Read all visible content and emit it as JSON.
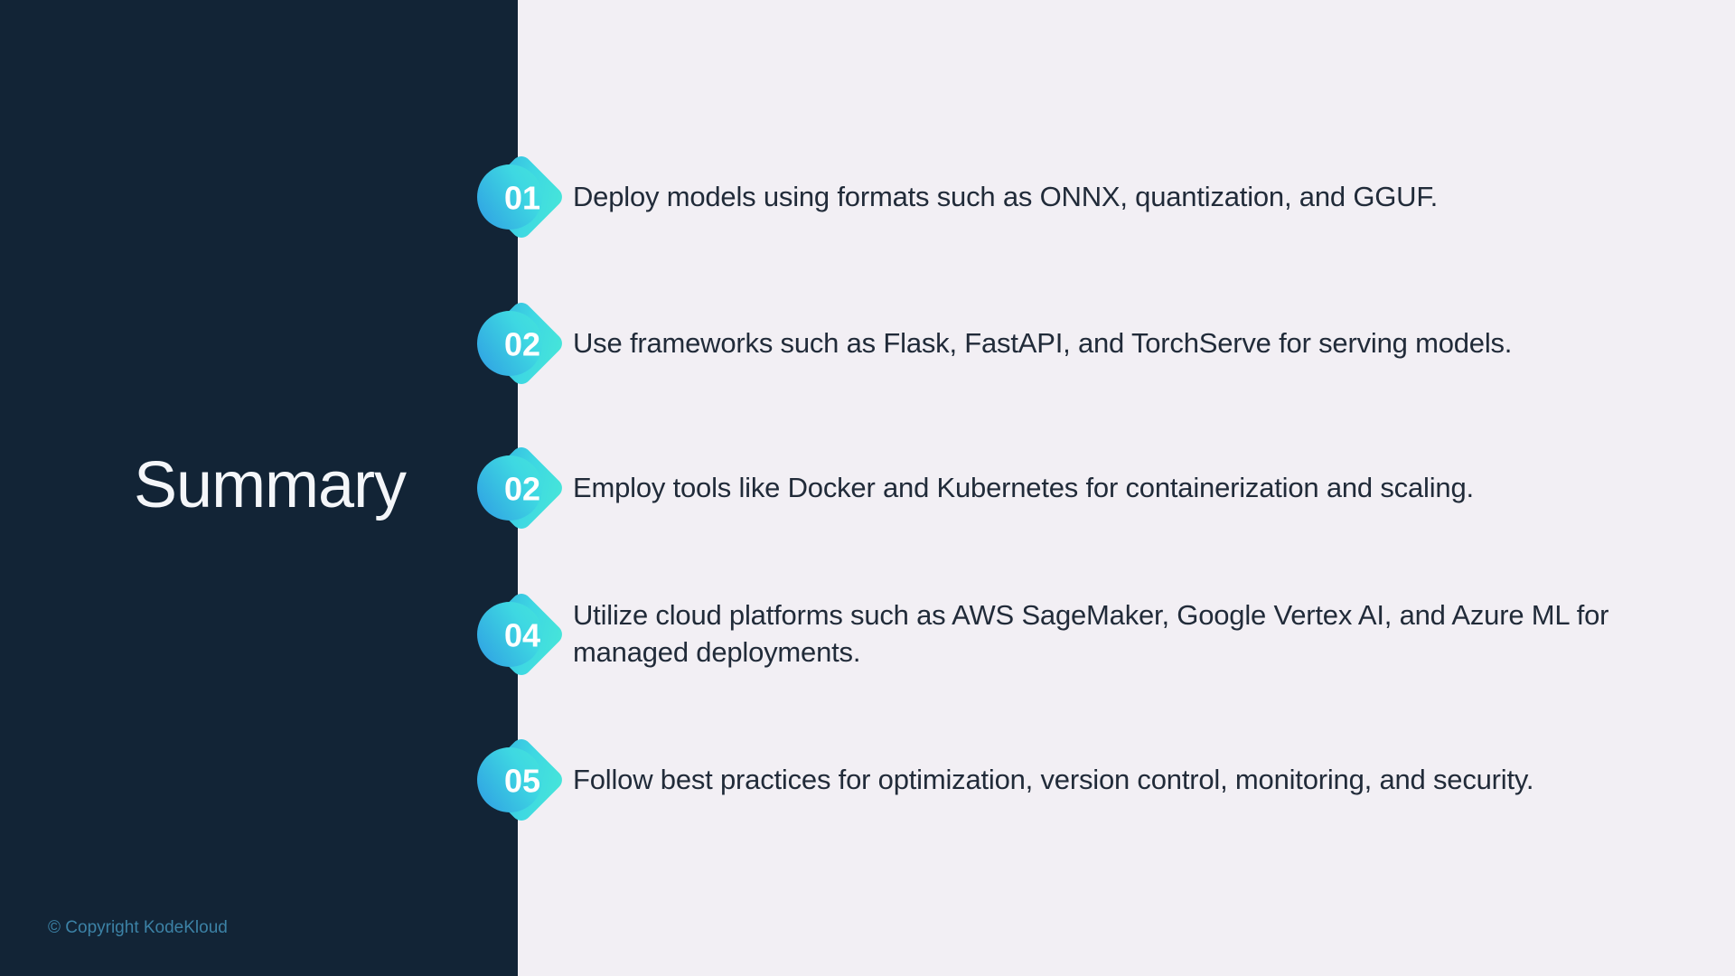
{
  "slide": {
    "title": "Summary",
    "copyright": "© Copyright KodeKloud",
    "items": [
      {
        "num": "01",
        "text": "Deploy models using formats such as ONNX, quantization, and GGUF."
      },
      {
        "num": "02",
        "text": "Use frameworks such as Flask, FastAPI, and TorchServe for serving models."
      },
      {
        "num": "02",
        "text": "Employ tools like Docker and Kubernetes for containerization and scaling."
      },
      {
        "num": "04",
        "text": "Utilize cloud platforms such as AWS SageMaker, Google Vertex AI, and Azure ML for\nmanaged deployments."
      },
      {
        "num": "05",
        "text": "Follow best practices for optimization, version control, monitoring, and security."
      }
    ],
    "colors": {
      "panel": "#122436",
      "canvas": "#f2eff4",
      "badge_gradient_start": "#2f9fe3",
      "badge_gradient_mid": "#3ed8e2",
      "badge_gradient_end": "#49ead6",
      "body_text": "#212b39",
      "title_text": "#f4f6f9",
      "copyright_text": "#3c82a6"
    }
  }
}
